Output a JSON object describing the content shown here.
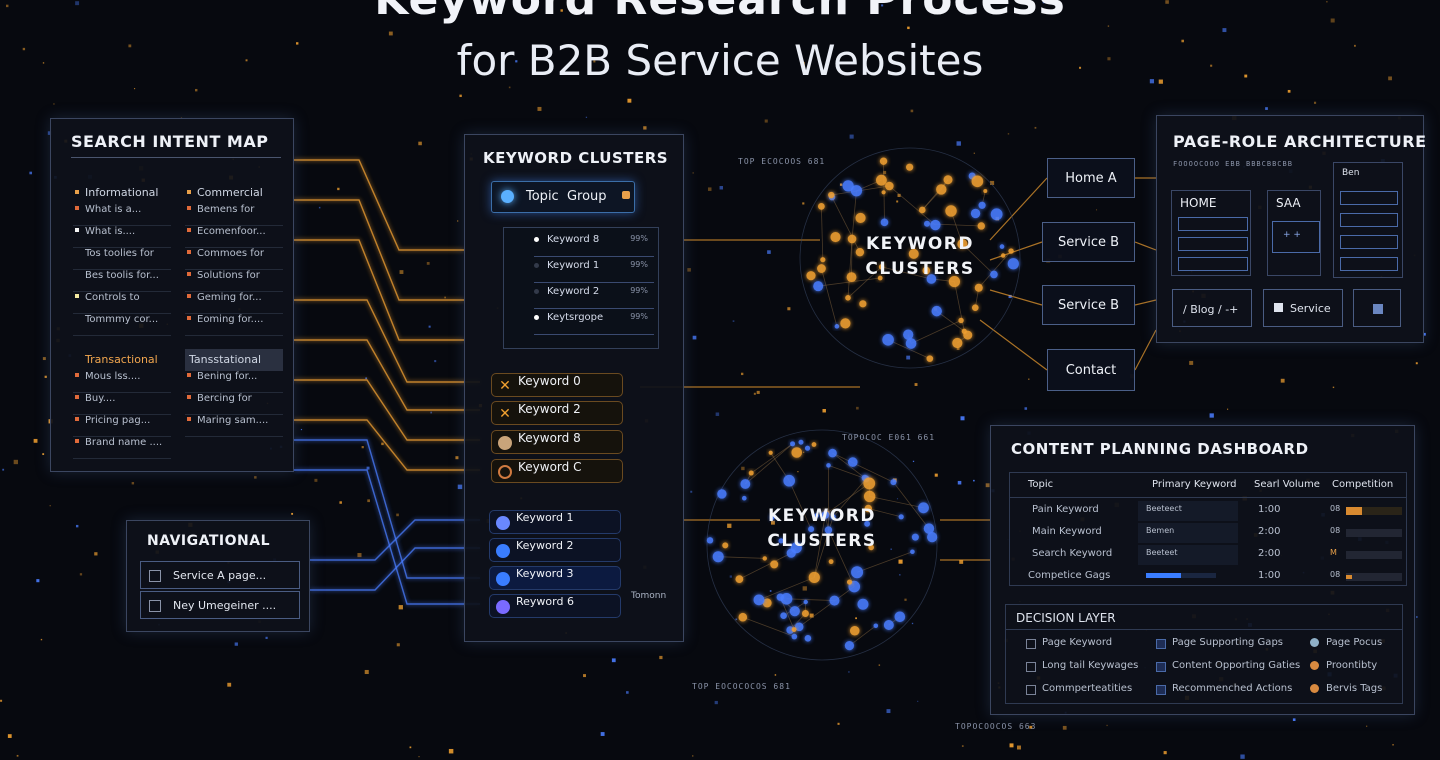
{
  "title": {
    "line1": "Keyword Research Process",
    "line2": "for B2B Service Websites"
  },
  "intent_map": {
    "title": "SEARCH INTENT MAP",
    "columns": [
      {
        "header": "Informational",
        "items": [
          "What is a...",
          "What is....",
          "Tos toolies for",
          "Bes toolis for...",
          "Controls to",
          "Tommmy cor..."
        ]
      },
      {
        "header": "Commercial",
        "items": [
          "Bemens for",
          "Ecomenfoor...",
          "Commoes for",
          "Solutions for",
          "Geming for...",
          "Eoming for...."
        ]
      },
      {
        "header": "Transactional",
        "items": [
          "Mous lss....",
          "Buy....",
          "Pricing pag...",
          "Brand name ...."
        ]
      },
      {
        "header": "Tansstational",
        "items": [
          "Bening for...",
          "Bercing for",
          "Maring sam...."
        ]
      }
    ]
  },
  "navigational": {
    "title": "NAVIGATIONAL",
    "items": [
      "Service A page...",
      "Ney Umegeiner ...."
    ]
  },
  "keyword_clusters_panel": {
    "title": "KEYWORD CLUSTERS",
    "topic_group": "Topic  Group",
    "list": [
      {
        "name": "Keyword 8",
        "val": "99%"
      },
      {
        "name": "Keyword 1",
        "val": "99%"
      },
      {
        "name": "Keyword 2",
        "val": "99%"
      },
      {
        "name": "Keytsrgope",
        "val": "99%"
      }
    ],
    "orange": [
      "Keyword 0",
      "Keyword  2",
      "Keyword  8",
      "Keyword  C"
    ],
    "blue": [
      "Keyword 1",
      "Keyword 2",
      "Keyword 3",
      "Reyword 6"
    ],
    "side_label": "Tomonn"
  },
  "cluster_labels": {
    "upper": "KEYWORD\nCLUSTERS",
    "lower": "KEYWORD\nCLUSTERS",
    "tiny_upper": "TOP ECOCOOS 681",
    "tiny_mid": "TOPOCOC E061   661",
    "tiny_lower": "TOP EOCOCOCOS 681",
    "tiny_bottom": "TOPOCOOCOS 663"
  },
  "page_nodes": [
    "Home A",
    "Service B",
    "Service B",
    "Contact"
  ],
  "architecture": {
    "title": "PAGE-ROLE ARCHITECTURE",
    "subtitle": "FOOOOCOOO EBB BBBCBBCBB",
    "home": "HOME",
    "saa": "SAA",
    "ben": "Ben",
    "blog": "/ Blog / -+",
    "service": "Service",
    "plus": "+ +"
  },
  "dashboard": {
    "title": "CONTENT PLANNING DASHBOARD",
    "headers": [
      "Topic",
      "Primary Keyword",
      "Searl Volume",
      "Competition"
    ],
    "rows": [
      {
        "topic": "Pain Keyword",
        "kw": "Beeteect",
        "vol": "1:00",
        "comp": "08"
      },
      {
        "topic": "Main Keyword",
        "kw": "Bemen",
        "vol": "2:00",
        "comp": "08"
      },
      {
        "topic": "Search Keyword",
        "kw": "Beeteet",
        "vol": "2:00",
        "comp": "M"
      },
      {
        "topic": "Competice Gags",
        "kw": "",
        "vol": "1:00",
        "comp": "08"
      }
    ],
    "decision": {
      "title": "DECISION LAYER",
      "col1": [
        "Page Keyword",
        "Long tail Keywages",
        "Commperteatities"
      ],
      "col2": [
        "Page Supporting Gaps",
        "Content Opporting Gaties",
        "Recommenched Actions"
      ],
      "col3": [
        "Page Pocus",
        "Proontibty",
        "Bervis Tags"
      ]
    }
  },
  "colors": {
    "orange": "#f0a030",
    "blue": "#4a7dff",
    "panel_border": "#3b4660"
  }
}
